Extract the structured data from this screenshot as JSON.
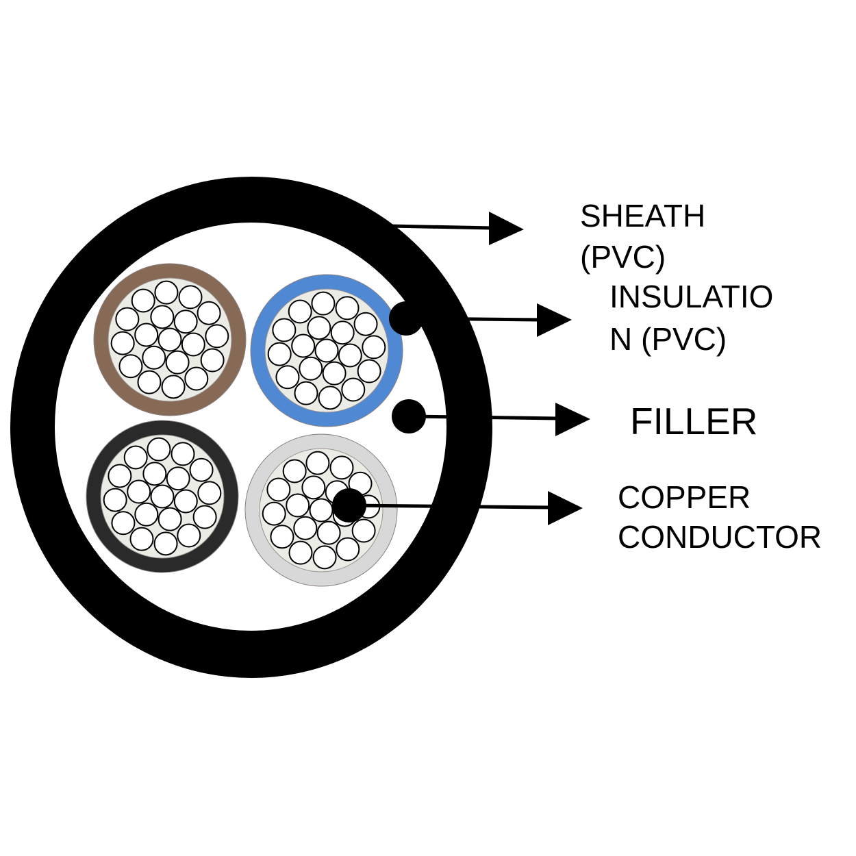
{
  "labels": {
    "sheath": [
      "SHEATH",
      "(PVC)"
    ],
    "insulation": [
      "INSULATIO",
      "N (PVC)"
    ],
    "filler": "FILLER",
    "copper": [
      "COPPER",
      "CONDUCTOR"
    ]
  },
  "colors": {
    "sheath": "#000000",
    "core_brown": "#876a55",
    "core_blue": "#5089d3",
    "core_black": "#2a2a2a",
    "core_grey": "#d8d8d8",
    "conductor_bed": "#ecece6",
    "strand": "#ffffff"
  },
  "cores": [
    {
      "name": "brown",
      "color_key": "core_brown",
      "strands": 19
    },
    {
      "name": "blue",
      "color_key": "core_blue",
      "strands": 19
    },
    {
      "name": "black",
      "color_key": "core_black",
      "strands": 19
    },
    {
      "name": "grey",
      "color_key": "core_grey",
      "strands": 19
    }
  ]
}
